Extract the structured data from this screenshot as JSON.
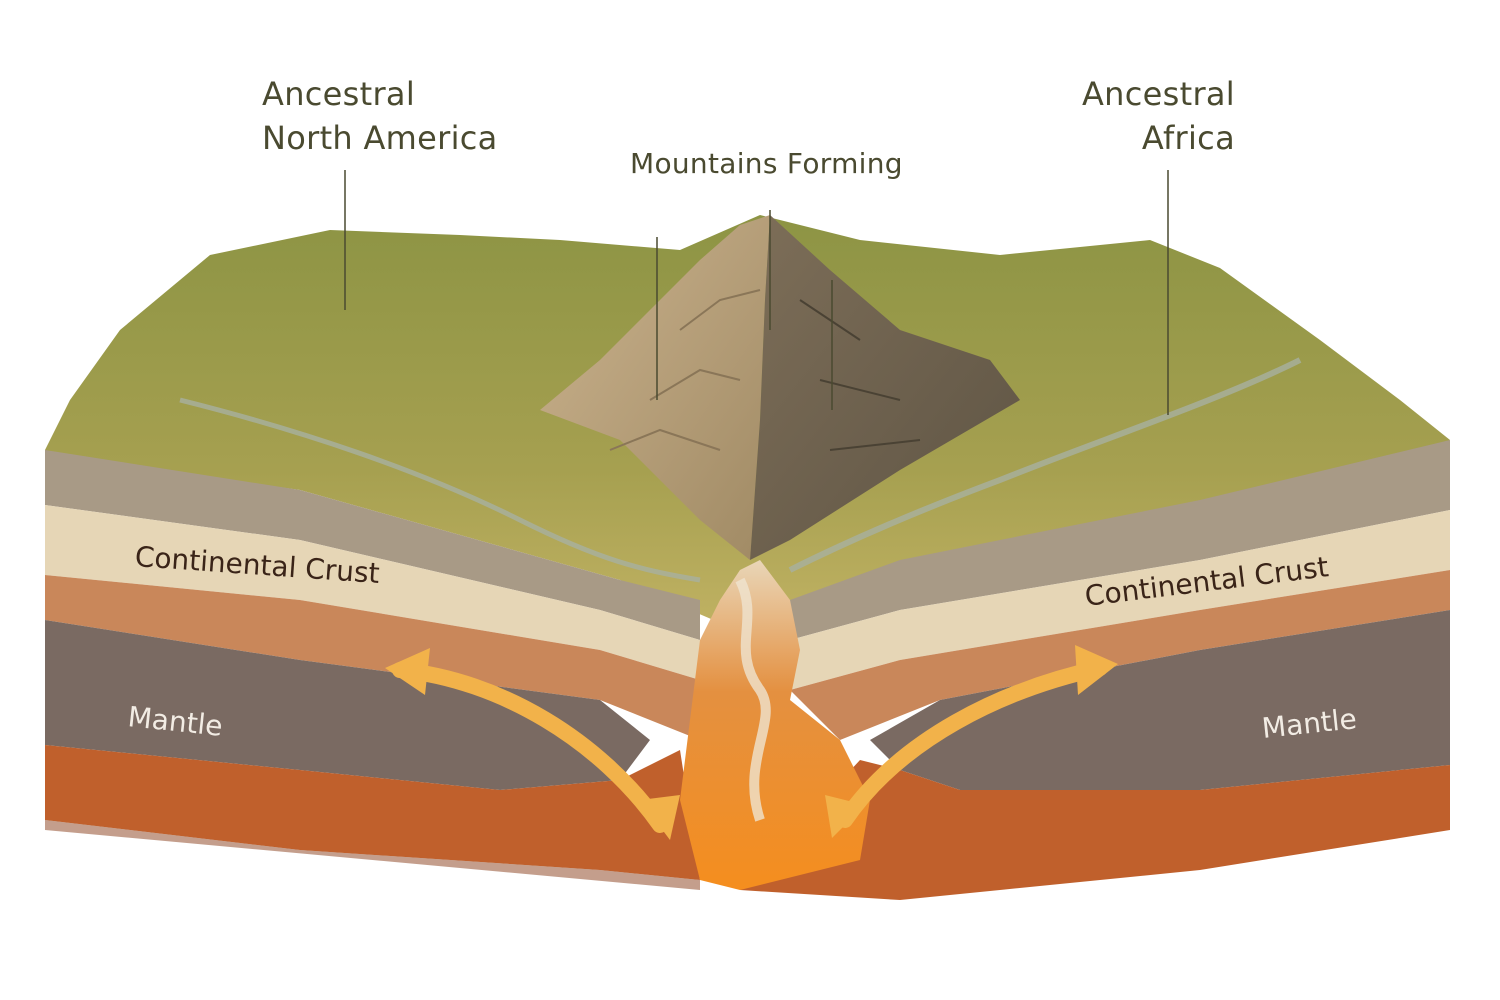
{
  "labels": {
    "ancestral_na_line1": "Ancestral",
    "ancestral_na_line2": "North America",
    "mountains": "Mountains Forming",
    "ancestral_af_line1": "Ancestral",
    "ancestral_af_line2": "Africa",
    "crust_left": "Continental Crust",
    "crust_right": "Continental Crust",
    "mantle_left": "Mantle",
    "mantle_right": "Mantle"
  },
  "colors": {
    "label_text": "#4a4a30",
    "crust_text": "#3a2418",
    "mantle_text": "#f2ece4",
    "terrain": "#9c9a4a",
    "crust_top": "#a89a86",
    "crust_light": "#e6d6b6",
    "crust_orange": "#c9875a",
    "mantle": "#7a6a62",
    "deep": "#c0602c",
    "magma": "#f08a22",
    "arrow": "#f2b24a"
  }
}
